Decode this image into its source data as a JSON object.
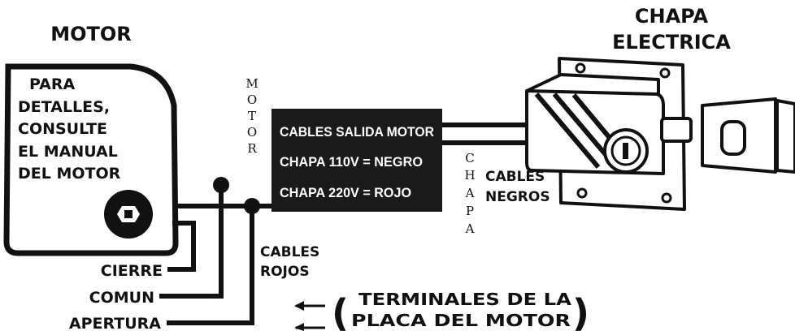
{
  "motor": {
    "title": "MOTOR",
    "note": [
      "PARA",
      "DETALLES,",
      "CONSULTE",
      "EL MANUAL",
      "DEL MOTOR"
    ]
  },
  "lock": {
    "title_line1": "CHAPA",
    "title_line2": "ELECTRICA"
  },
  "box": {
    "line1": "CABLES SALIDA MOTOR",
    "line2": "CHAPA 110V = NEGRO",
    "line3": "CHAPA 220V = ROJO"
  },
  "vertical_motor": [
    "M",
    "O",
    "T",
    "O",
    "R"
  ],
  "vertical_chapa": [
    "C",
    "H",
    "A",
    "P",
    "A"
  ],
  "cables_negros": [
    "CABLES",
    "NEGROS"
  ],
  "cables_rojos": [
    "CABLES",
    "ROJOS"
  ],
  "terminals": {
    "cierre": "CIERRE",
    "comun": "COMUN",
    "apertura": "APERTURA"
  },
  "board": {
    "line1": "TERMINALES DE LA",
    "line2": "PLACA DEL MOTOR",
    "paren_open": "(",
    "paren_close": ")"
  },
  "colors": {
    "ink": "#111111",
    "box_fill": "#1a1a1a",
    "box_text": "#ffffff"
  }
}
